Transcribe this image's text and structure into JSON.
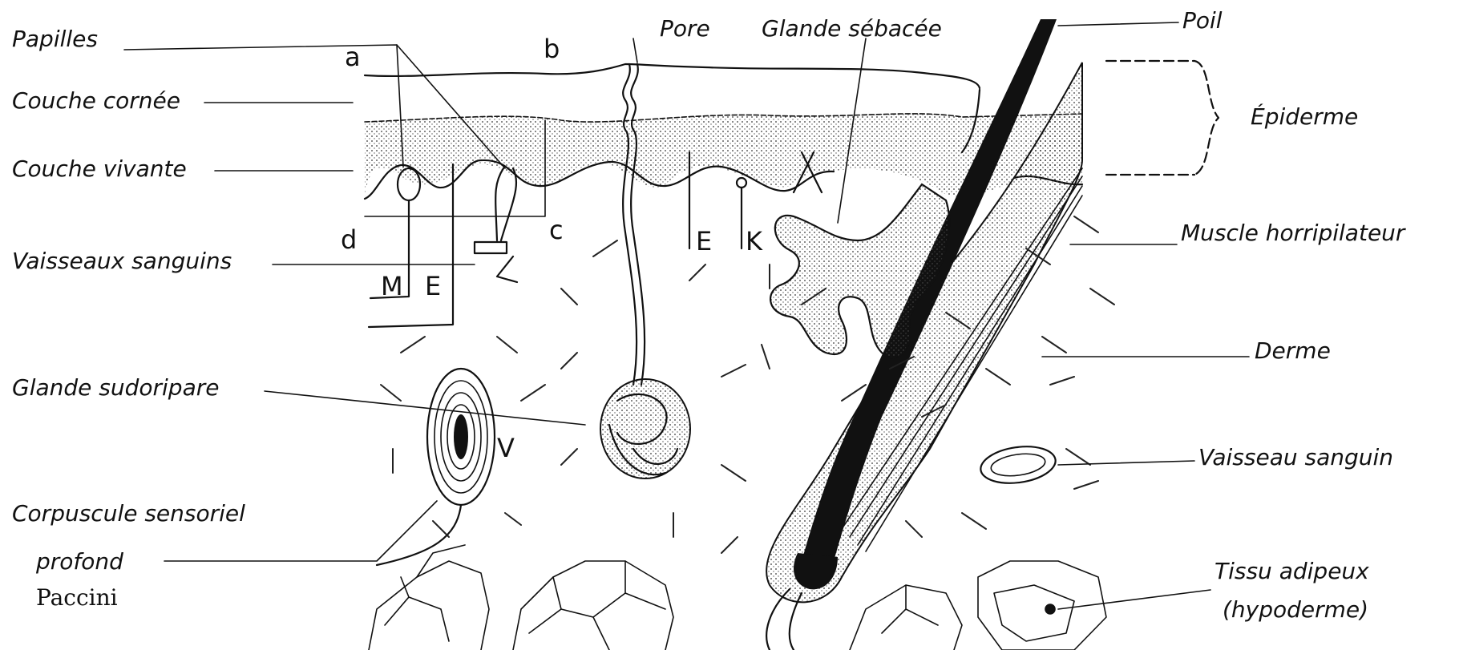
{
  "labels": {
    "papilles": "Papilles",
    "couche_cornee": "Couche cornée",
    "couche_vivante": "Couche vivante",
    "vaisseaux_sanguins": "Vaisseaux sanguins",
    "glande_sudoripare": "Glande sudoripare",
    "corpuscule_sensoriel": "Corpuscule sensoriel",
    "profond": "profond",
    "paccini": "Paccini",
    "pore": "Pore",
    "glande_sebacee": "Glande sébacée",
    "poil": "Poil",
    "epiderme": "Épiderme",
    "muscle_horripilateur": "Muscle horripilateur",
    "derme": "Derme",
    "vaisseau_sanguin": "Vaisseau sanguin",
    "tissu_adipeux": "Tissu adipeux",
    "hypoderme": "(hypoderme)"
  },
  "letters": {
    "a": "a",
    "b": "b",
    "c": "c",
    "d": "d",
    "M": "M",
    "E": "E",
    "E2": "E",
    "K": "K",
    "V": "V"
  }
}
